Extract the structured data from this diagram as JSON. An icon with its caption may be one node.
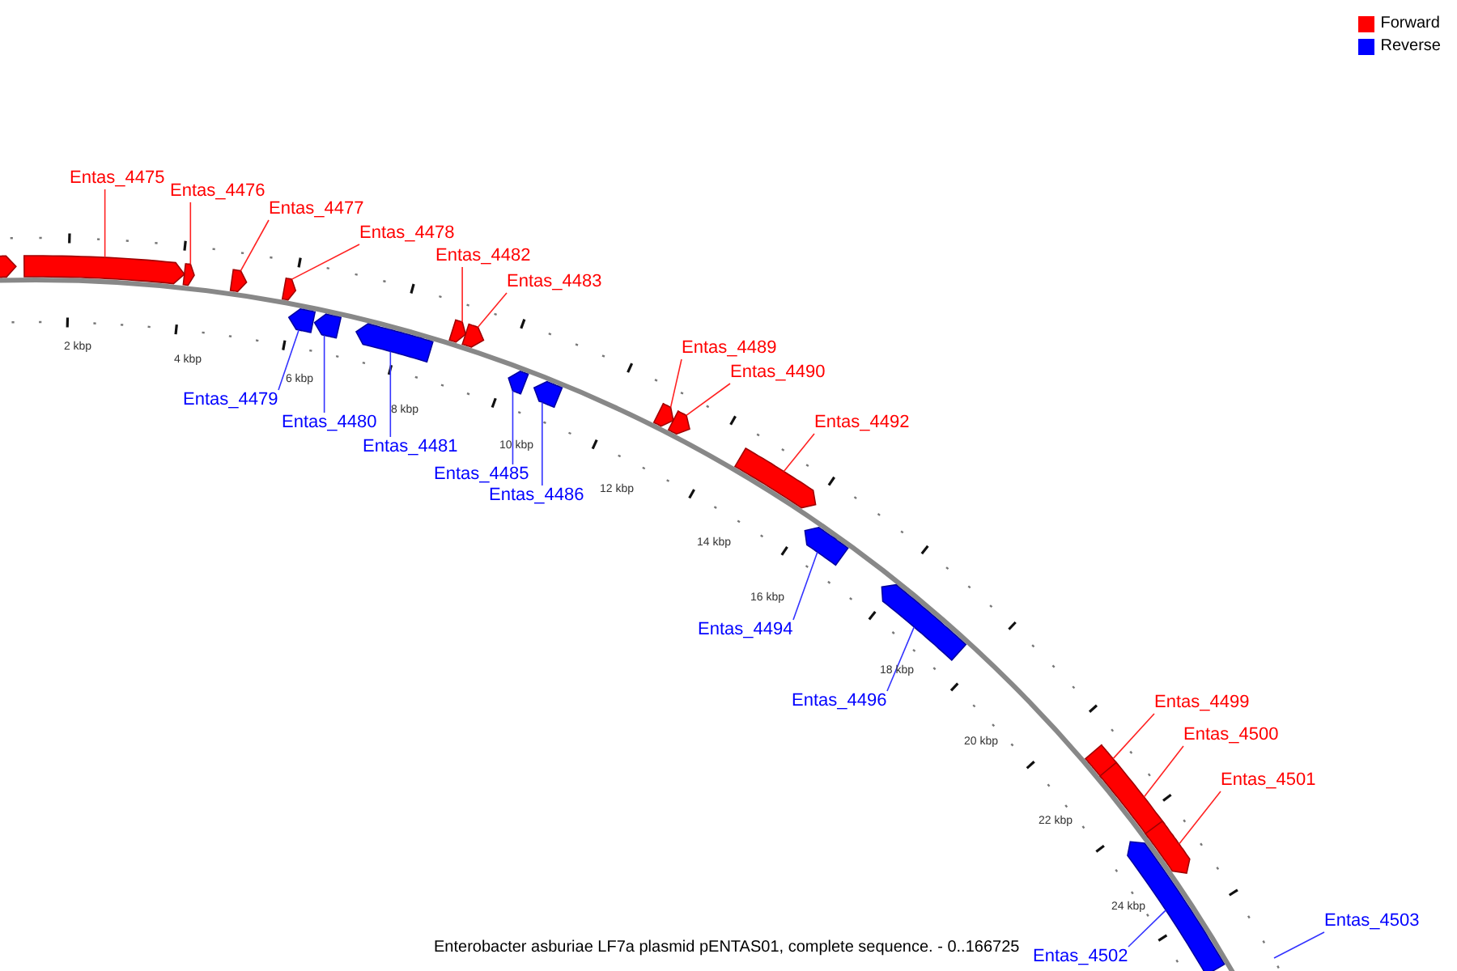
{
  "diagram": {
    "caption": "Enterobacter asburiae LF7a plasmid pENTAS01, complete sequence. - 0..166725",
    "nodes": [
      {
        "text": [],
        "shape": "bar"
      },
      {
        "text": [
          "Entas_4475"
        ]
      },
      {
        "text": [],
        "shape": "bar"
      },
      {
        "text": [
          "Entas_4476"
        ]
      },
      {
        "text": [],
        "shape": "bar"
      },
      {
        "text": [
          "Entas_4477"
        ]
      },
      {
        "text": [],
        "shape": "bar"
      },
      {
        "text": [
          "Entas_4478"
        ]
      },
      {
        "text": [],
        "shape": "bar"
      },
      {
        "text": [
          "Entas_4479"
        ]
      },
      {
        "text": [],
        "shape": "bar"
      },
      {
        "text": [
          "Entas_4480"
        ]
      },
      {
        "text": [],
        "shape": "bar"
      },
      {
        "text": [
          "Entas_4481"
        ]
      },
      {
        "text": [],
        "shape": "bar"
      },
      {
        "text": [
          "Entas_4482"
        ]
      },
      {
        "text": [],
        "shape": "bar"
      },
      {
        "text": [
          "Entas_4483"
        ]
      },
      {
        "text": [],
        "shape": "bar"
      },
      {
        "text": [
          "Entas_4485"
        ]
      },
      {
        "text": [],
        "shape": "bar"
      },
      {
        "text": [
          "Entas_4486"
        ]
      },
      {
        "text": [],
        "shape": "bar"
      },
      {
        "text": [
          "Entas_4489"
        ]
      },
      {
        "text": [],
        "shape": "bar"
      },
      {
        "text": [
          "Entas_4490"
        ]
      },
      {
        "text": [],
        "shape": "bar"
      },
      {
        "text": [
          "Entas_4492"
        ]
      },
      {
        "text": [],
        "shape": "bar"
      },
      {
        "text": [
          "Entas_4494"
        ]
      },
      {
        "text": [],
        "shape": "bar"
      },
      {
        "text": [
          "Entas_4496"
        ]
      },
      {
        "text": [],
        "shape": "bar"
      },
      {
        "text": [
          "Entas_4499"
        ]
      },
      {
        "text": [],
        "shape": "bar"
      },
      {
        "text": [
          "Entas_4500"
        ]
      },
      {
        "text": [],
        "shape": "bar"
      },
      {
        "text": [
          "Entas_4501"
        ]
      },
      {
        "text": [],
        "shape": "bar"
      },
      {
        "text": [
          "Entas_4502"
        ]
      },
      {
        "text": [],
        "shape": "bar"
      },
      {
        "text": [
          "Entas_4503"
        ]
      }
    ],
    "edges": [
      {
        "from": 1,
        "to": 2,
        "arrow": "none"
      },
      {
        "from": 3,
        "to": 4,
        "arrow": "none"
      },
      {
        "from": 5,
        "to": 6,
        "arrow": "none"
      },
      {
        "from": 7,
        "to": 8,
        "arrow": "none"
      },
      {
        "from": 9,
        "to": 10,
        "arrow": "none",
        "color": "#3333ff"
      },
      {
        "from": 11,
        "to": 12,
        "arrow": "none",
        "color": "#3333ff"
      },
      {
        "from": 13,
        "to": 14,
        "arrow": "none",
        "color": "#3333ff"
      },
      {
        "from": 15,
        "to": 16,
        "arrow": "none"
      },
      {
        "from": 17,
        "to": 18,
        "arrow": "none"
      },
      {
        "from": 19,
        "to": 20,
        "arrow": "none",
        "color": "#3333ff"
      },
      {
        "from": 21,
        "to": 22,
        "arrow": "none",
        "color": "#3333ff"
      },
      {
        "from": 23,
        "to": 24,
        "arrow": "none"
      },
      {
        "from": 25,
        "to": 26,
        "arrow": "none"
      },
      {
        "from": 27,
        "to": 28,
        "arrow": "none"
      },
      {
        "from": 29,
        "to": 30,
        "arrow": "none",
        "color": "#3333ff"
      },
      {
        "from": 31,
        "to": 32,
        "arrow": "none",
        "color": "#3333ff"
      },
      {
        "from": 33,
        "to": 34,
        "arrow": "none"
      },
      {
        "from": 35,
        "to": 36,
        "arrow": "none"
      },
      {
        "from": 37,
        "to": 38,
        "arrow": "none"
      },
      {
        "from": 39,
        "to": 40,
        "arrow": "none",
        "color": "#3333ff"
      },
      {
        "from": 41,
        "to": null,
        "arrow": "none",
        "color": "#3333ff"
      }
    ],
    "labels": [
      "2 kbp",
      "4 kbp",
      "6 kbp",
      "8 kbp",
      "10 kbp",
      "12 kbp",
      "14 kbp",
      "16 kbp",
      "18 kbp",
      "20 kbp",
      "22 kbp",
      "24 kbp"
    ],
    "legend": [
      {
        "text": "Forward",
        "color": "#ff0000"
      },
      {
        "text": "Reverse",
        "color": "#0000ff"
      }
    ]
  }
}
